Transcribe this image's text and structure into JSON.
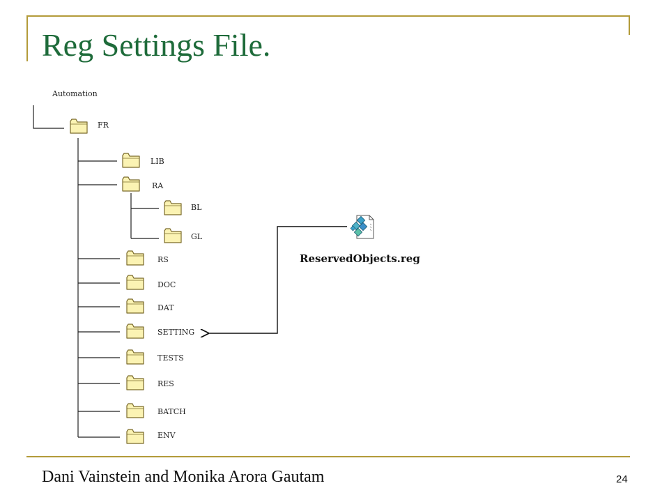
{
  "slide": {
    "title": "Reg Settings File.",
    "footer": "Dani Vainstein and Monika Arora Gautam",
    "page_number": "24"
  },
  "tree": {
    "root": "Automation",
    "level1": "FR",
    "children": [
      "LIB",
      "RA",
      "BL",
      "GL",
      "RS",
      "DOC",
      "DAT",
      "SETTING",
      "TESTS",
      "RES",
      "BATCH",
      "ENV"
    ]
  },
  "file": {
    "name": "ReservedObjects.reg",
    "icon": "registry-file-icon"
  },
  "colors": {
    "title": "#1e6b3a",
    "accent_lines": "#b39b3a",
    "folder_fill": "#fbf3b3",
    "folder_stroke": "#7a6a2a"
  }
}
